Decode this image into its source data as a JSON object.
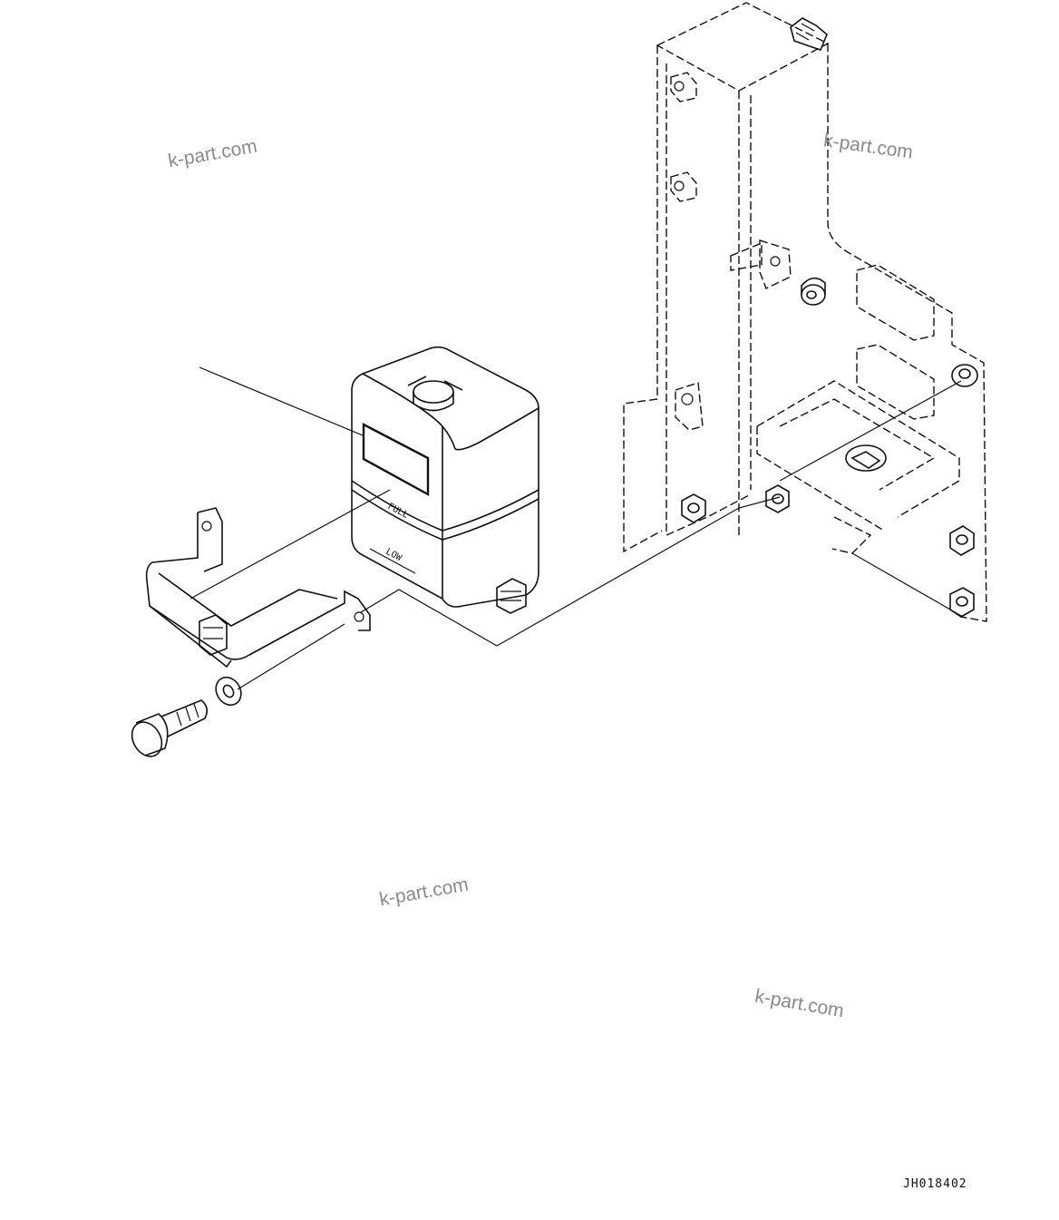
{
  "watermarks": [
    "k-part.com",
    "k-part.com",
    "k-part.com",
    "k-part.com"
  ],
  "tank_labels": {
    "full": "FULL",
    "low": "LOW"
  },
  "drawing_code": "JH018402"
}
